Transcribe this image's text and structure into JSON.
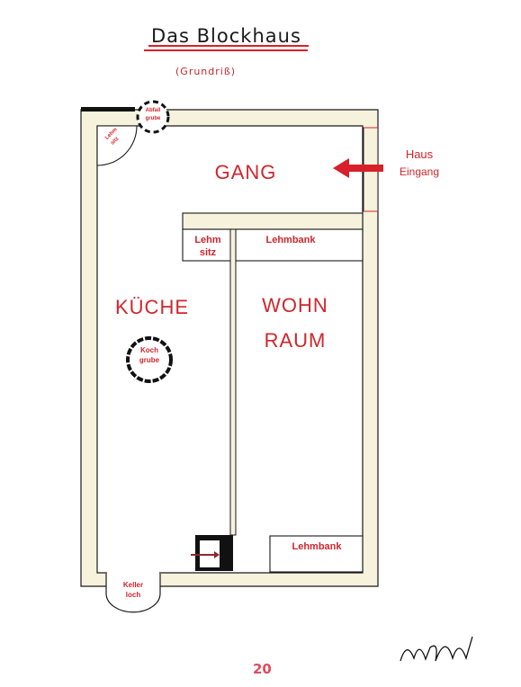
{
  "title": "Das Blockhaus",
  "subtitle": "(Grundriß)",
  "rooms": {
    "gang": "GANG",
    "kueche": "KÜCHE",
    "wohnraum_line1": "WOHN",
    "wohnraum_line2": "RAUM"
  },
  "features": {
    "lehmsitz_corner_line1": "Lehm",
    "lehmsitz_corner_line2": "sitz",
    "abfallgrube_line1": "Abfall",
    "abfallgrube_line2": "grube",
    "lehmsitz_line1": "Lehm",
    "lehmsitz_line2": "sitz",
    "lehmbank_top": "Lehmbank",
    "lehmbank_bottom": "Lehmbank",
    "kochgrube_line1": "Koch",
    "kochgrube_line2": "grube",
    "kellerloch_line1": "Keller",
    "kellerloch_line2": "loch"
  },
  "entrance": {
    "line1": "Haus",
    "line2": "Eingang"
  },
  "page_number": "20",
  "colors": {
    "wall_fill": "#f6f2dc",
    "line": "#1a1a1a",
    "text_red": "#d0262c",
    "arrow_red": "#d8202a"
  }
}
